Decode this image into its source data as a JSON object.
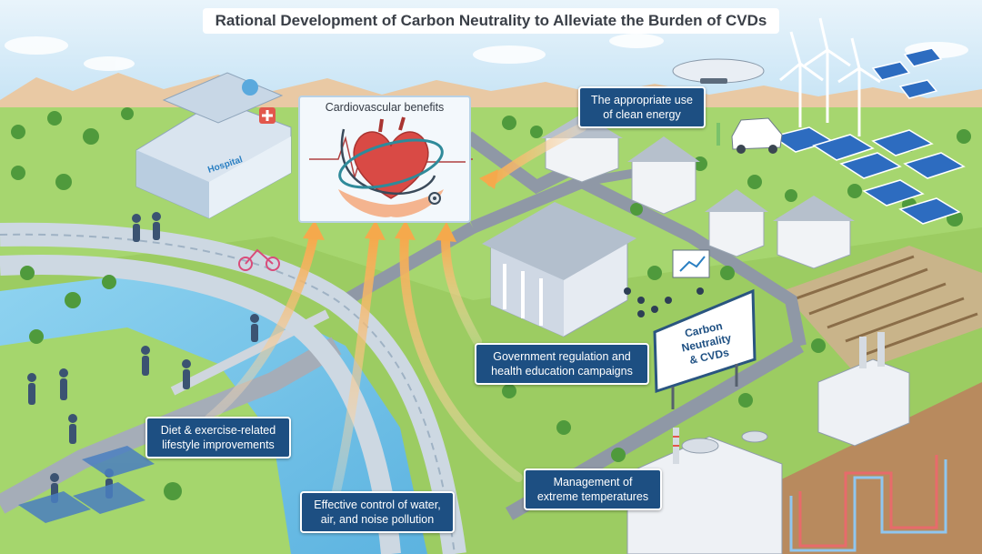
{
  "title": "Rational Development of Carbon Neutrality to Alleviate the Burden of CVDs",
  "center_box": {
    "title": "Cardiovascular benefits"
  },
  "callouts": {
    "clean_energy": "The appropriate use\nof clean energy",
    "government": "Government regulation and\nhealth education campaigns",
    "diet": "Diet & exercise-related\nlifestyle improvements",
    "pollution": "Effective control of water,\nair, and noise pollution",
    "temperature": "Management of\nextreme temperatures"
  },
  "sign": {
    "text": "Carbon Neutrality\n& CVDs"
  },
  "hospital": {
    "label": "Hospital"
  },
  "colors": {
    "sky": "#cfe8f7",
    "grass": "#9fd36a",
    "water": "#7ec8ea",
    "callout_bg": "#1d4f82",
    "arrow": "#f7b766",
    "heart": "#d94a45"
  },
  "icons": [
    "heart-icon",
    "stethoscope-icon",
    "hands-icon",
    "wind-turbine-icon",
    "solar-panel-icon",
    "factory-icon",
    "hospital-icon",
    "electric-car-icon",
    "airship-icon"
  ]
}
